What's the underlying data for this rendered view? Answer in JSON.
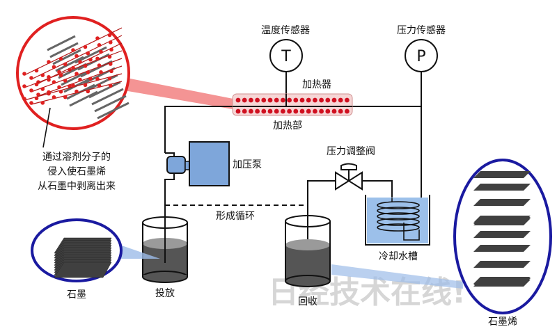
{
  "title": "石墨烯剥离装置示意图",
  "labels": {
    "temp_sensor": "温度传感器",
    "temp_symbol": "T",
    "pressure_sensor": "压力传感器",
    "pressure_symbol": "P",
    "heater": "加热器",
    "heating_section": "加热部",
    "pump": "加压泵",
    "pressure_valve": "压力调整阀",
    "cycle": "形成循环",
    "cooling_tank": "冷却水槽",
    "input": "投放",
    "recovery": "回收",
    "graphite": "石墨",
    "graphene": "石墨烯",
    "mechanism_line1": "通过溶剂分子的",
    "mechanism_line2": "侵入使石墨烯",
    "mechanism_line3": "从石墨中剥离出来"
  },
  "watermark": "日经技术在线!",
  "colors": {
    "heater_dots": "#d01020",
    "heater_fill": "#f6d6d6",
    "magnifier_red": "#e02020",
    "magnifier_blue": "#1a1aa0",
    "pump_blue": "#7ea6da",
    "tank_water": "#9cc0ea",
    "liquid_dark": "#555555",
    "liquid_top": "#9a9a9a",
    "graphite_sheet": "#404040",
    "watermark": "#d6d6d6"
  }
}
